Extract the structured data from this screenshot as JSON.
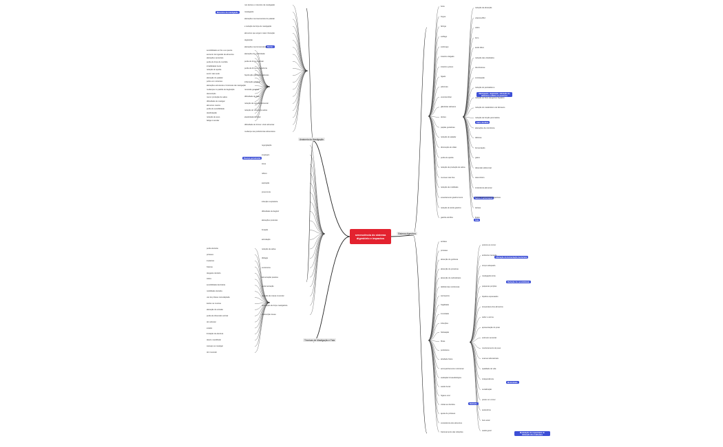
{
  "central": {
    "title": "senescência do sistema digestório e impactos"
  },
  "branches": {
    "anatomia": "Anatomia da Mastigação",
    "tecnicas": "Técnicas de Mastigação e Fala",
    "sistema": "Sistema digestório"
  },
  "badges": [
    "Músculos da mastigação",
    "Dentes",
    "Doença periodontal",
    "Mastigação, deglutição, alteração de alimentos sólidos ou pastosos",
    "Cárie dentária",
    "Saliva e alimentação",
    "Fala",
    "Alteração da fermentação bacteriana",
    "Redução da sensibilidade",
    "Motricidade",
    "Nutrição",
    "Modulação da capacidade de obtenção dos nutrientes"
  ],
  "left_labels": [
    "nos dentes e músculos da mastigação",
    "mastigação",
    "alterações neurosensoriais do paladar",
    "e redução da força de mastigação",
    "alimentos que exigem maior trituração",
    "deglutição",
    "alterações neuromusculares",
    "alterações de motricidade",
    "perda de força muscular",
    "perda da forma e resistência",
    "hipofunção glândulas salivares",
    "inflamação gengival",
    "recessão gengival",
    "dificuldade de falar",
    "redução da ingestão alimentar",
    "redução do volume da saliva",
    "elasticidade tecidual",
    "dificuldade de formar o bolo alimentar",
    "mudança nas preferências alimentares",
    "sensibilidade ao frio e ao quente",
    "aumento da ingestão de alimentos",
    "alterações sensoriais",
    "perda de força de mordida",
    "irritabilidade bucal",
    "redução do apetite",
    "sentir mais sede",
    "alteração do paladar",
    "pobre em nutrientes",
    "alterações estruturais e funcionais da mastigação",
    "mudanças no padrão de deglutição",
    "desnutrição",
    "menor produção de saliva",
    "dificuldade de mastigar",
    "alimentos macios",
    "perda de sensibilidade",
    "desidratação",
    "redução de peso",
    "fadiga muscular",
    "regurgitação",
    "engasgos",
    "tosse",
    "refluxo",
    "aspiração",
    "pneumonia",
    "infecção respiratória",
    "dificuldade de deglutir",
    "alterações posturais",
    "fonação",
    "articulação",
    "redução da saliva",
    "disfagia",
    "xerostomia",
    "alimentação pastosa",
    "suplementação",
    "redução da massa muscular",
    "diminuição da força mastigatória",
    "reabsorção óssea",
    "perda dentária",
    "próteses",
    "implantes",
    "fraturas",
    "desgaste dentário",
    "cáries",
    "sensibilidade dentinária",
    "mobilidade dentária",
    "uso de prótese mal adaptada",
    "lesões na mucosa",
    "alteração da oclusão",
    "perda da dimensão vertical",
    "dor articular",
    "estalos",
    "limitação de abertura",
    "desvio mandibular",
    "cansaço ao mastigar",
    "dor muscular"
  ],
  "right_labels": [
    "boca",
    "língua",
    "faringe",
    "esôfago",
    "estômago",
    "intestino delgado",
    "intestino grosso",
    "fígado",
    "pâncreas",
    "vesícula biliar",
    "glândulas salivares",
    "dentes",
    "papilas gustativas",
    "redução do paladar",
    "diminuição do olfato",
    "perda de apetite",
    "redução da produção de saliva",
    "mucosa mais fina",
    "redução da motilidade",
    "esvaziamento gástrico lento",
    "redução do ácido gástrico",
    "gastrite atrófica",
    "redução da absorção",
    "vitamina B12",
    "cálcio",
    "ferro",
    "ácido fólico",
    "redução das vilosidades",
    "diverticulose",
    "constipação",
    "redução do peristaltismo",
    "redução do fluxo sanguíneo hepático",
    "redução do metabolismo de fármacos",
    "redução da função pancreática",
    "alterações da microbiota",
    "disbiose",
    "fermentação",
    "gases",
    "distensão abdominal",
    "desconforto",
    "intolerância alimentar",
    "redução das enzimas digestivas",
    "lactase",
    "lipase",
    "amilase",
    "protease",
    "absorção de gorduras",
    "absorção de proteínas",
    "absorção de carboidratos",
    "deficiências nutricionais",
    "sarcopenia",
    "fragilidade",
    "imunidade",
    "infecções",
    "hidratação",
    "fibras",
    "probióticos",
    "atividade física",
    "acompanhamento nutricional",
    "avaliação fonoaudiológica",
    "saúde bucal",
    "higiene oral",
    "visitas ao dentista",
    "ajuste de próteses",
    "consistência dos alimentos",
    "fracionamento das refeições",
    "postura ao comer",
    "ambiente tranquilo",
    "tempo adequado",
    "mastigação lenta",
    "pequenas porções",
    "líquidos espessados",
    "temperatura dos alimentos",
    "sabor e aroma",
    "apresentação do prato",
    "estímulo sensorial",
    "monitoramento do peso",
    "exames laboratoriais",
    "qualidade de vida",
    "independência",
    "socialização",
    "prazer em comer",
    "autoestima",
    "bem-estar",
    "saúde geral"
  ]
}
